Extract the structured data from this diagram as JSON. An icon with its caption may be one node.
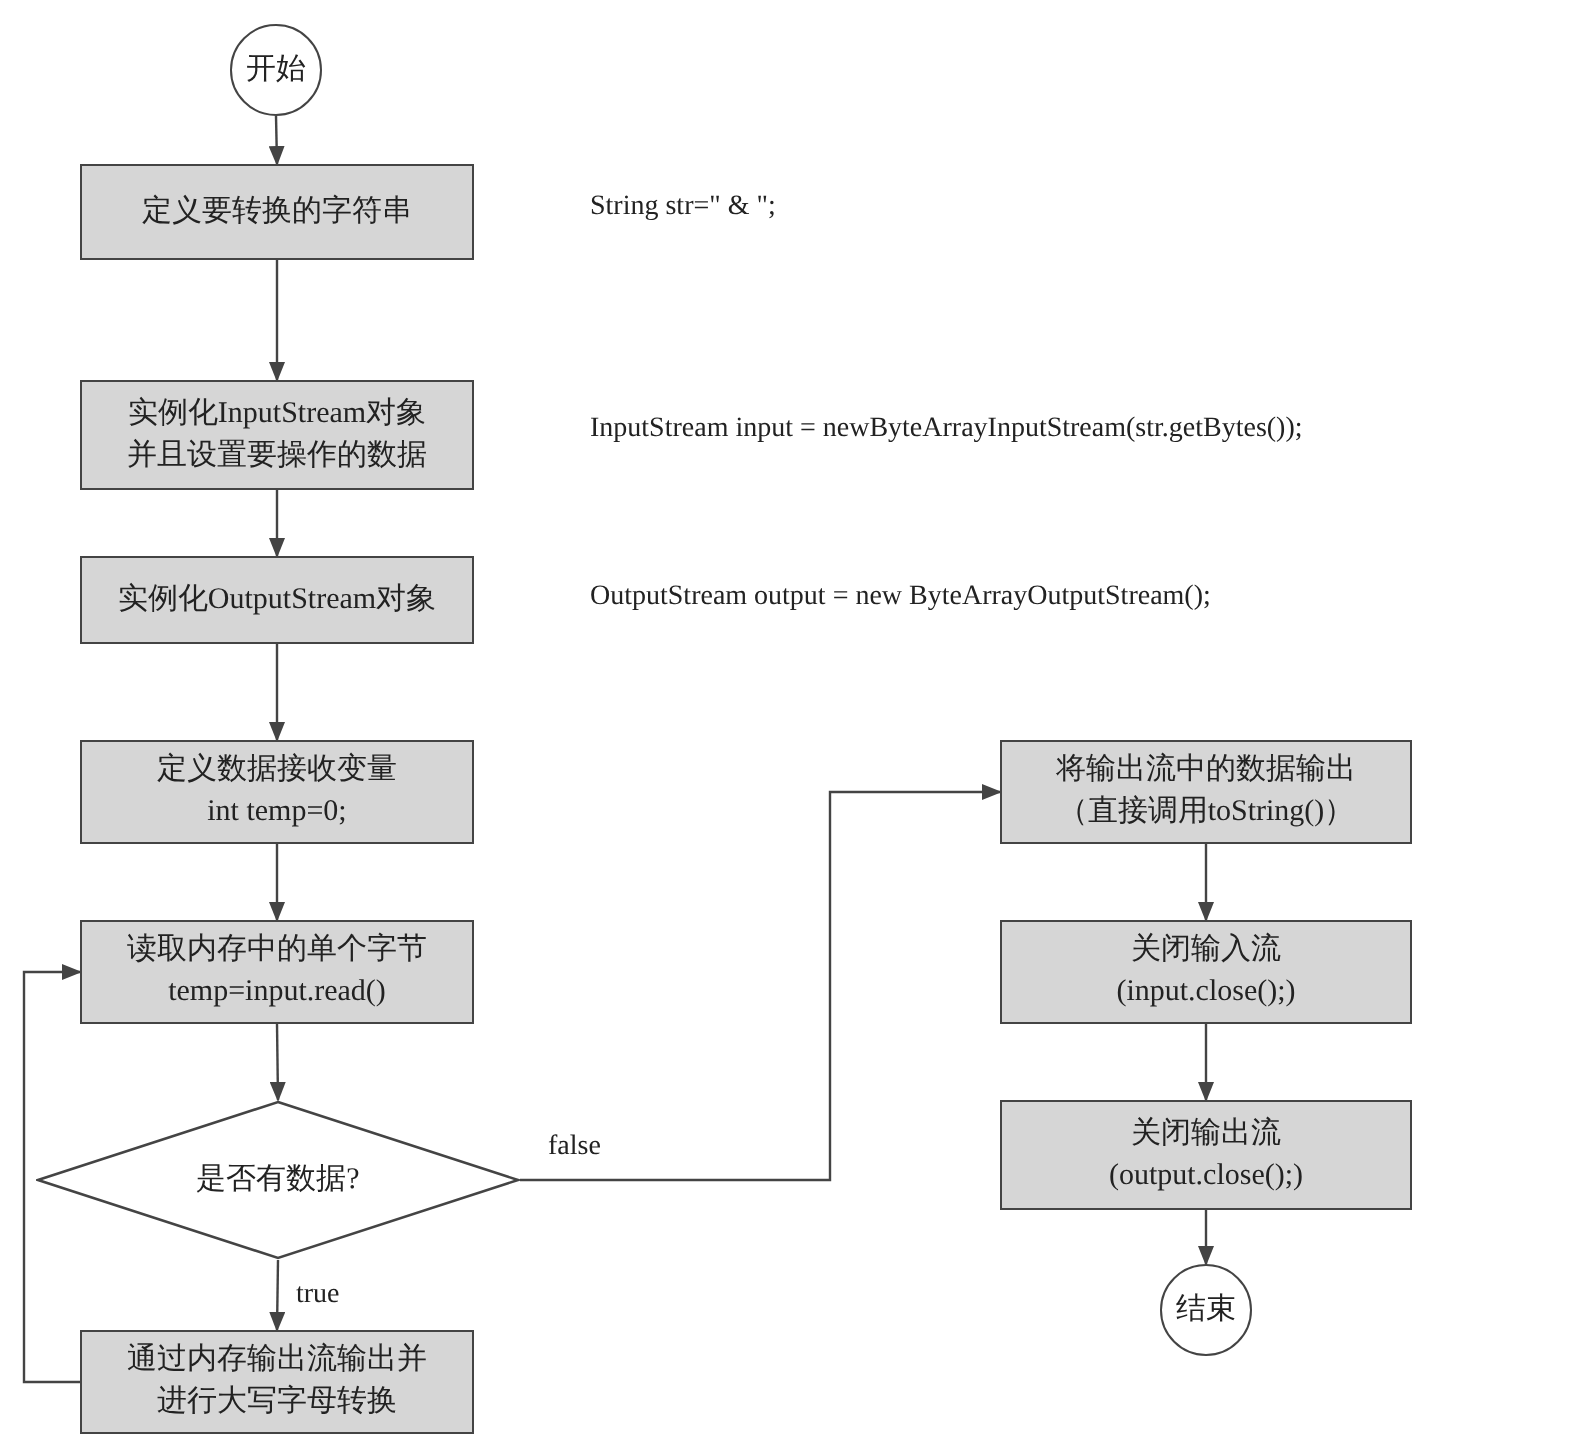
{
  "diagram": {
    "nodes": [
      {
        "text": [
          "开始"
        ]
      },
      {
        "text": [
          "定义要转换的字符串"
        ]
      },
      {
        "text": [
          "实例化InputStream对象并且设置要操作的数据"
        ]
      },
      {
        "text": [
          "实例化OutputStream对象"
        ]
      },
      {
        "text": [
          "定义数据接收变量",
          "int temp=0;"
        ]
      },
      {
        "text": [
          "读取内存中的单个字节",
          "temp=input.read()"
        ]
      },
      {
        "text": [
          "是否有数据?"
        ]
      },
      {
        "text": [
          "通过内存输出流输出并进行大写字母转换"
        ]
      },
      {
        "text": [
          "将输出流中的数据输出",
          "（直接调用toString()）"
        ]
      },
      {
        "text": [
          "关闭输入流",
          "(input.close();)"
        ]
      },
      {
        "text": [
          "关闭输出流",
          "(output.close();)"
        ]
      },
      {
        "text": [
          "结束"
        ]
      }
    ],
    "edges": [
      {
        "from": 0,
        "to": 1,
        "arrow": "to"
      },
      {
        "from": 1,
        "to": 2,
        "arrow": "to"
      },
      {
        "from": 2,
        "to": 3,
        "arrow": "to"
      },
      {
        "from": 3,
        "to": 4,
        "arrow": "to"
      },
      {
        "from": 4,
        "to": 5,
        "arrow": "to"
      },
      {
        "from": 5,
        "to": 6,
        "arrow": "to"
      },
      {
        "from": 6,
        "to": 8,
        "arrow": "to",
        "label": "false"
      },
      {
        "from": 6,
        "to": 7,
        "arrow": "to",
        "label": "true"
      },
      {
        "from": 7,
        "to": 5,
        "arrow": "to"
      },
      {
        "from": 8,
        "to": 9,
        "arrow": "to"
      },
      {
        "from": 9,
        "to": 10,
        "arrow": "to"
      },
      {
        "from": 10,
        "to": 11,
        "arrow": "to"
      }
    ],
    "labels": [
      "String str=\" & \";",
      "InputStream input = newByteArrayInputStream(str.getBytes());",
      "OutputStream output = new ByteArrayOutputStream();"
    ]
  }
}
